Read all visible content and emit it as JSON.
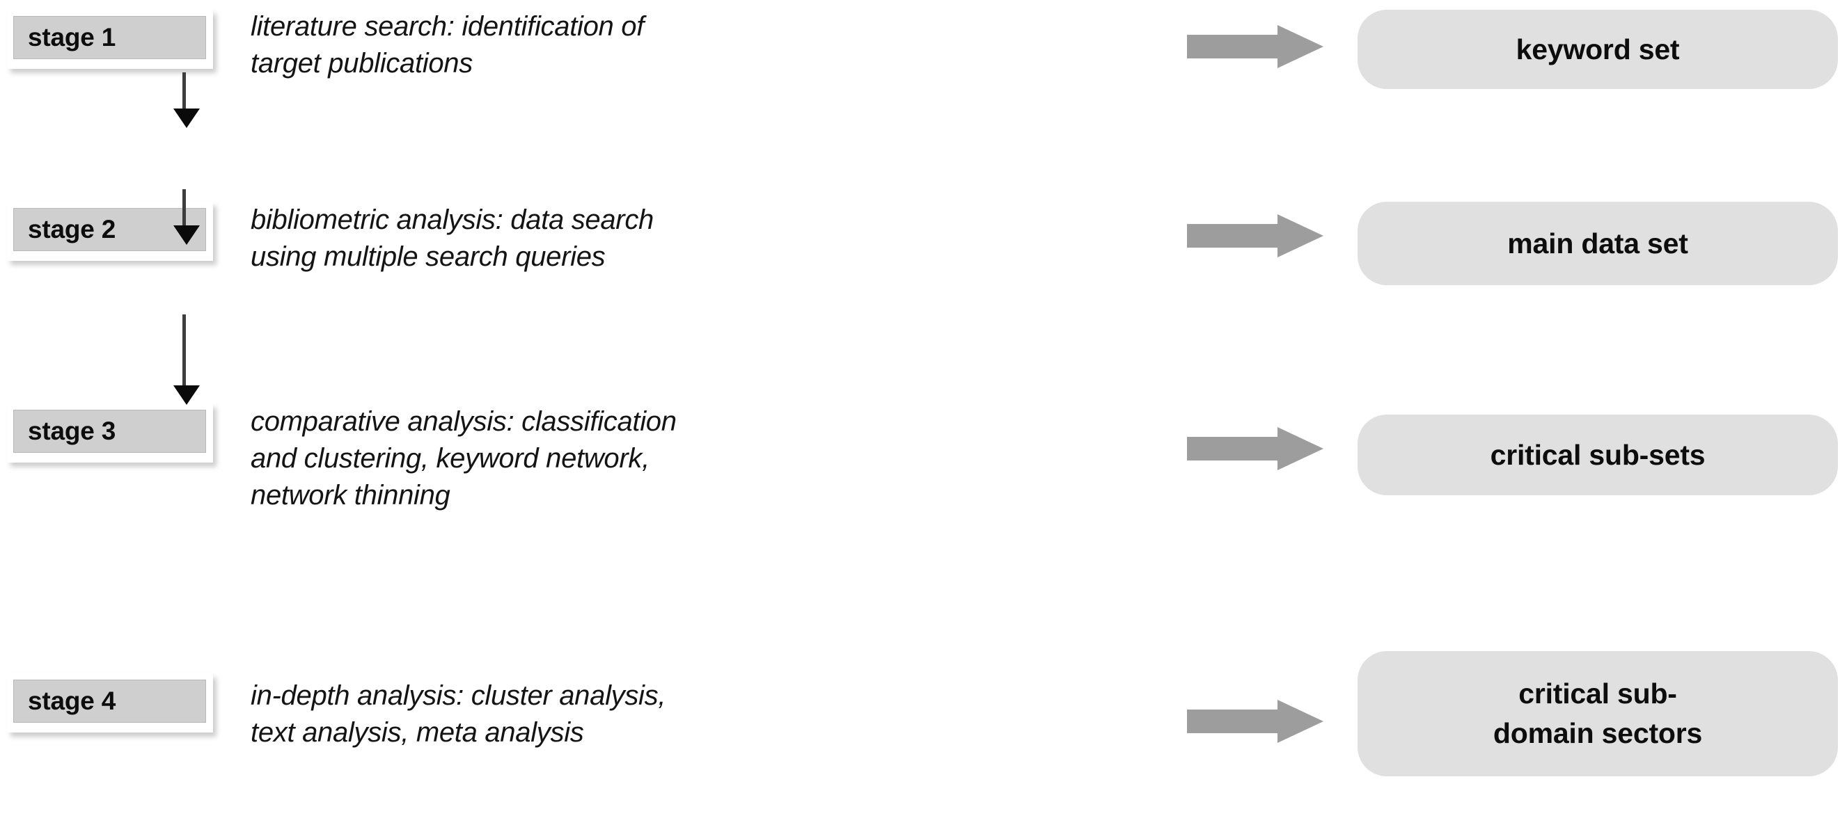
{
  "diagram": {
    "title": "four-stage research methodology flow",
    "colors": {
      "stage_box_fill": "#cfcfcf",
      "stage_box_frame": "#ffffff",
      "output_box_fill": "#e0e0e0",
      "block_arrow_fill": "#9d9d9d",
      "connector_line": "#3d3d3d",
      "connector_arrowhead": "#0a0a0a",
      "text": "#0d0d0d",
      "background": "#ffffff"
    },
    "flow_arrow_icon": "right-block-arrow-icon",
    "connector_icon": "down-arrow-icon",
    "rows": [
      {
        "stage": "stage 1",
        "description": "literature search: identification of target publications",
        "description_lines": [
          "literature search: identification of",
          "target publications"
        ],
        "output": "keyword set",
        "output_lines": [
          "keyword set"
        ]
      },
      {
        "stage": "stage 2",
        "description": "bibliometric analysis: data search using multiple search queries",
        "description_lines": [
          "bibliometric analysis: data search",
          "using multiple search queries"
        ],
        "output": "main data set",
        "output_lines": [
          "main data set"
        ]
      },
      {
        "stage": "stage 3",
        "description": "comparative analysis: classification and clustering, keyword network, network thinning",
        "description_lines": [
          "comparative analysis: classification",
          "and clustering, keyword network,",
          "network thinning"
        ],
        "output": "critical sub-sets",
        "output_lines": [
          "critical sub-sets"
        ]
      },
      {
        "stage": "stage 4",
        "description": "in-depth analysis: cluster analysis, text analysis, meta analysis",
        "description_lines": [
          "in-depth analysis: cluster analysis,",
          "text analysis, meta analysis"
        ],
        "output": "critical sub-domain sectors",
        "output_lines": [
          "critical sub-",
          "domain sectors"
        ]
      }
    ]
  }
}
